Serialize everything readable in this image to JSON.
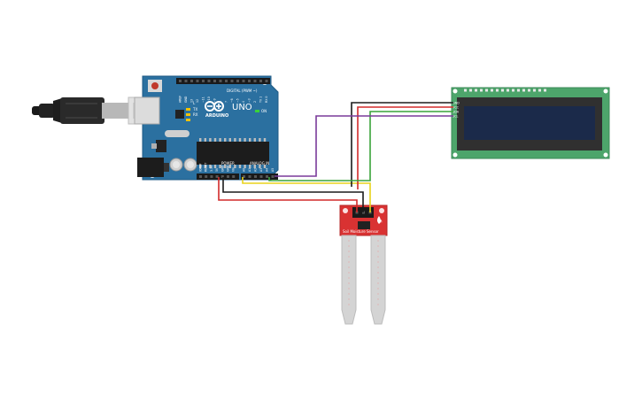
{
  "arduino": {
    "logo": "ARDUINO",
    "model": "UNO",
    "digital_header_label": "DIGITAL (PWM ~)",
    "power_header_label": "POWER",
    "analog_header_label": "ANALOG IN",
    "tx_label": "TX",
    "rx_label": "RX",
    "l_label": "L",
    "on_label": "ON",
    "digital_pins": [
      "AREF",
      "GND",
      "13",
      "12",
      "~11",
      "~10",
      "~9",
      "8",
      "7",
      "~6",
      "~5",
      "4",
      "~3",
      "2",
      "TX 1",
      "RX 0"
    ],
    "power_pins": [
      "IOREF",
      "RESET",
      "3.3V",
      "5V",
      "GND",
      "GND",
      "Vin"
    ],
    "analog_pins": [
      "A0",
      "A1",
      "A2",
      "A3",
      "A4",
      "A5"
    ]
  },
  "lcd": {
    "pins": [
      "GND",
      "VCC",
      "SDA",
      "SCL"
    ]
  },
  "sensor": {
    "label": "Soil Moisture Sensor",
    "pins": [
      "VCC",
      "GND",
      "SIG"
    ]
  },
  "wires": {
    "colors": {
      "black": "#1b1b1b",
      "red": "#d22a2a",
      "green": "#3aa33a",
      "yellow": "#e8d21a",
      "purple": "#7a3a9a"
    }
  }
}
